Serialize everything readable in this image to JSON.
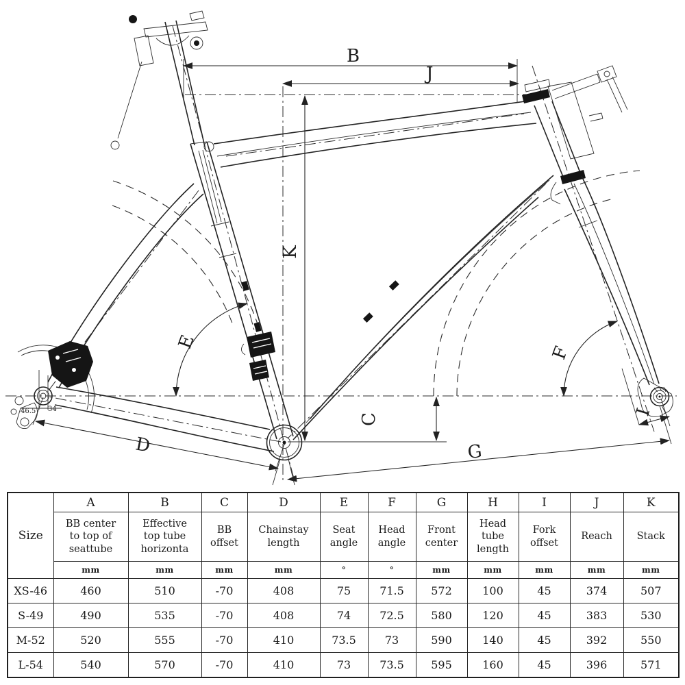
{
  "diagram": {
    "labels": {
      "b": "B",
      "j": "J",
      "k": "K",
      "c": "C",
      "d": "D",
      "e": "E",
      "f": "F",
      "g": "G",
      "i": "I"
    },
    "annotations": {
      "dropout": "46.5",
      "hanger": "34"
    }
  },
  "table": {
    "size_label": "Size",
    "letters": [
      "A",
      "B",
      "C",
      "D",
      "E",
      "F",
      "G",
      "H",
      "I",
      "J",
      "K"
    ],
    "descs": [
      "BB center\nto top of\nseattube",
      "Effective\ntop tube\nhorizonta",
      "BB\noffset",
      "Chainstay\nlength",
      "Seat\nangle",
      "Head\nangle",
      "Front\ncenter",
      "Head\ntube\nlength",
      "Fork\noffset",
      "Reach",
      "Stack"
    ],
    "units": [
      "mm",
      "mm",
      "mm",
      "mm",
      "°",
      "°",
      "mm",
      "mm",
      "mm",
      "mm",
      "mm"
    ],
    "rows": [
      {
        "size": "XS-46",
        "values": [
          "460",
          "510",
          "-70",
          "408",
          "75",
          "71.5",
          "572",
          "100",
          "45",
          "374",
          "507"
        ]
      },
      {
        "size": "S-49",
        "values": [
          "490",
          "535",
          "-70",
          "408",
          "74",
          "72.5",
          "580",
          "120",
          "45",
          "383",
          "530"
        ]
      },
      {
        "size": "M-52",
        "values": [
          "520",
          "555",
          "-70",
          "410",
          "73.5",
          "73",
          "590",
          "140",
          "45",
          "392",
          "550"
        ]
      },
      {
        "size": "L-54",
        "values": [
          "540",
          "570",
          "-70",
          "410",
          "73",
          "73.5",
          "595",
          "160",
          "45",
          "396",
          "571"
        ]
      }
    ]
  }
}
